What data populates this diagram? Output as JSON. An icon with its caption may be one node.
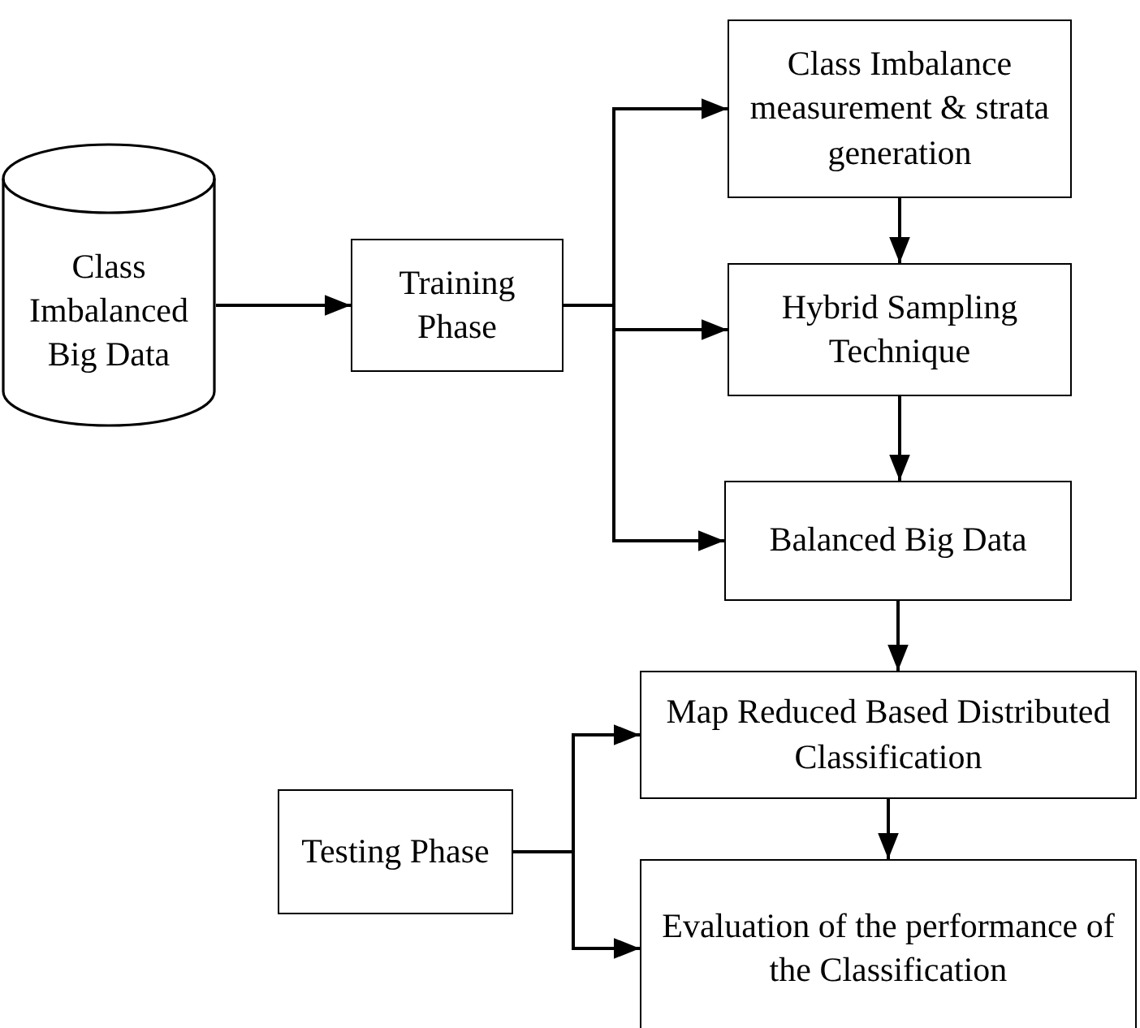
{
  "diagram": {
    "nodes": [
      {
        "text": [
          "Class Imbalanced Big Data"
        ]
      },
      {
        "text": [
          "Training Phase"
        ]
      },
      {
        "text": [
          "Class Imbalance measurement & strata generation"
        ]
      },
      {
        "text": [
          "Hybrid Sampling Technique"
        ]
      },
      {
        "text": [
          "Balanced Big Data"
        ]
      },
      {
        "text": [
          "Map Reduced Based Distributed Classification"
        ]
      },
      {
        "text": [
          "Testing Phase"
        ]
      },
      {
        "text": [
          "Evaluation of the performance of the Classification"
        ]
      }
    ],
    "edges": [
      {
        "from": 0,
        "to": 1,
        "arrow": "to"
      },
      {
        "from": 1,
        "to": 2,
        "arrow": "to"
      },
      {
        "from": 1,
        "to": 3,
        "arrow": "to"
      },
      {
        "from": 1,
        "to": 4,
        "arrow": "to"
      },
      {
        "from": 2,
        "to": 3,
        "arrow": "to"
      },
      {
        "from": 3,
        "to": 4,
        "arrow": "to"
      },
      {
        "from": 4,
        "to": 5,
        "arrow": "to"
      },
      {
        "from": 6,
        "to": 5,
        "arrow": "to"
      },
      {
        "from": 6,
        "to": 7,
        "arrow": "to"
      },
      {
        "from": 5,
        "to": 7,
        "arrow": "to"
      }
    ]
  }
}
